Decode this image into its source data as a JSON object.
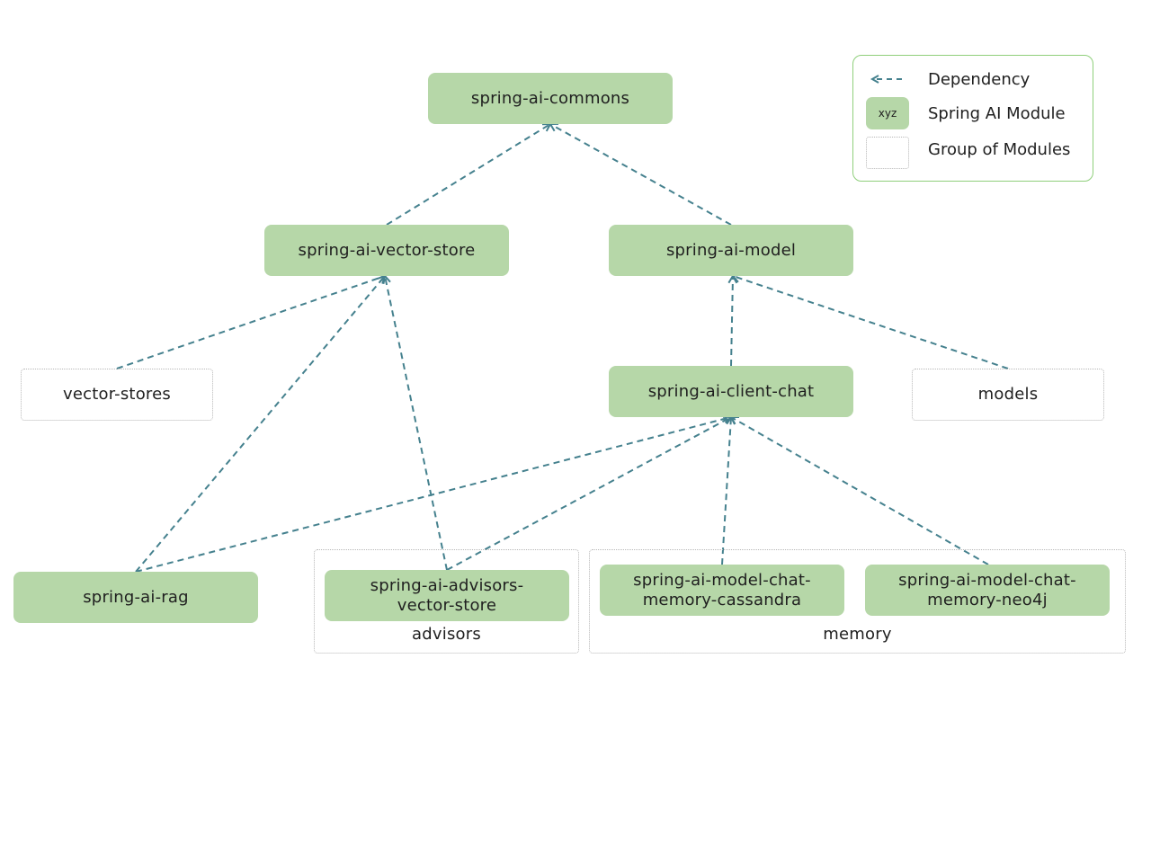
{
  "colors": {
    "module_fill": "#b6d7a8",
    "edge": "#45818e",
    "legend_border": "#8fcf7b",
    "group_border": "#b7b7b7"
  },
  "legend": {
    "dependency_label": "Dependency",
    "module_swatch_text": "xyz",
    "module_label": "Spring AI Module",
    "group_label": "Group of Modules"
  },
  "modules": {
    "commons": "spring-ai-commons",
    "vector_store": "spring-ai-vector-store",
    "model": "spring-ai-model",
    "client_chat": "spring-ai-client-chat",
    "rag": "spring-ai-rag",
    "advisors_vector_store": "spring-ai-advisors-\nvector-store",
    "memory_cassandra": "spring-ai-model-chat-\nmemory-cassandra",
    "memory_neo4j": "spring-ai-model-chat-\nmemory-neo4j"
  },
  "groups": {
    "vector_stores": "vector-stores",
    "models": "models",
    "advisors": "advisors",
    "memory": "memory"
  },
  "dependencies": [
    {
      "from": "vector_store",
      "to": "commons"
    },
    {
      "from": "model",
      "to": "commons"
    },
    {
      "from": "vector_stores",
      "to": "vector_store"
    },
    {
      "from": "rag",
      "to": "vector_store"
    },
    {
      "from": "advisors_vector_store",
      "to": "vector_store"
    },
    {
      "from": "client_chat",
      "to": "model"
    },
    {
      "from": "models",
      "to": "model"
    },
    {
      "from": "rag",
      "to": "client_chat"
    },
    {
      "from": "advisors_vector_store",
      "to": "client_chat"
    },
    {
      "from": "memory_cassandra",
      "to": "client_chat"
    },
    {
      "from": "memory_neo4j",
      "to": "client_chat"
    }
  ]
}
